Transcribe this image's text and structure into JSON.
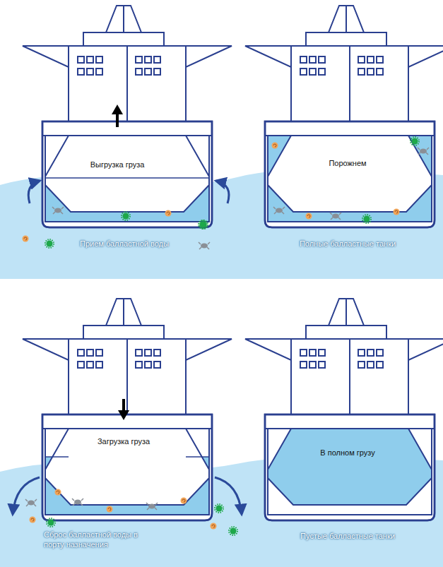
{
  "diagram": {
    "labels": [
      "Выгрузка груза",
      "Прием балластной воды",
      "Порожнем",
      "Полные балластные танки",
      "Загрузка груза",
      "Сброс балластной воды в порту назначения",
      "В полном грузу",
      "Пустые балластные танки"
    ]
  }
}
